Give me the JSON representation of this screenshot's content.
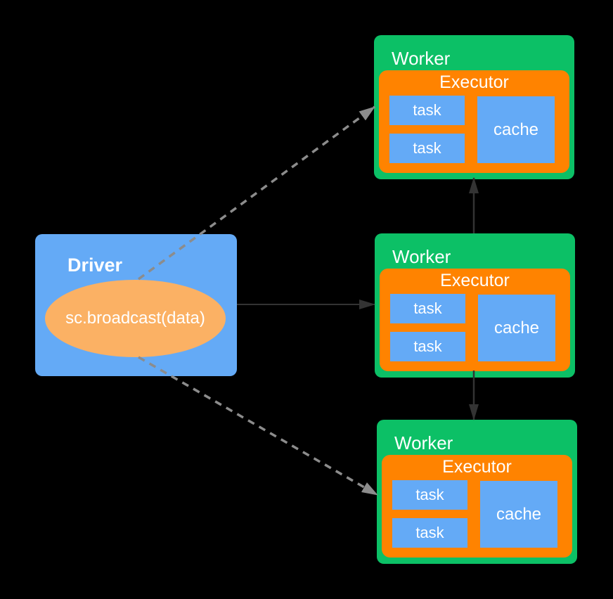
{
  "colors": {
    "background": "#000000",
    "worker": "#0cc066",
    "executor": "#ff8300",
    "node": "#64aaf6",
    "driver": "#64aaf6",
    "broadcast_ellipse": "#fbb164",
    "text": "#ffffff",
    "solid_arrow": "#333333",
    "dashed_arrow": "#8c8c8c"
  },
  "driver": {
    "label": "Driver",
    "broadcast_call": "sc.broadcast(data)"
  },
  "workers": [
    {
      "label": "Worker",
      "executor": {
        "label": "Executor",
        "tasks": [
          "task",
          "task"
        ],
        "cache": "cache"
      }
    },
    {
      "label": "Worker",
      "executor": {
        "label": "Executor",
        "tasks": [
          "task",
          "task"
        ],
        "cache": "cache"
      }
    },
    {
      "label": "Worker",
      "executor": {
        "label": "Executor",
        "tasks": [
          "task",
          "task"
        ],
        "cache": "cache"
      }
    }
  ],
  "edges": [
    {
      "from": "driver",
      "to": "worker-top",
      "style": "dashed"
    },
    {
      "from": "driver",
      "to": "worker-middle",
      "style": "solid"
    },
    {
      "from": "driver",
      "to": "worker-bottom",
      "style": "dashed"
    },
    {
      "from": "worker-middle",
      "to": "worker-top",
      "style": "solid"
    },
    {
      "from": "worker-middle",
      "to": "worker-bottom",
      "style": "solid"
    }
  ]
}
